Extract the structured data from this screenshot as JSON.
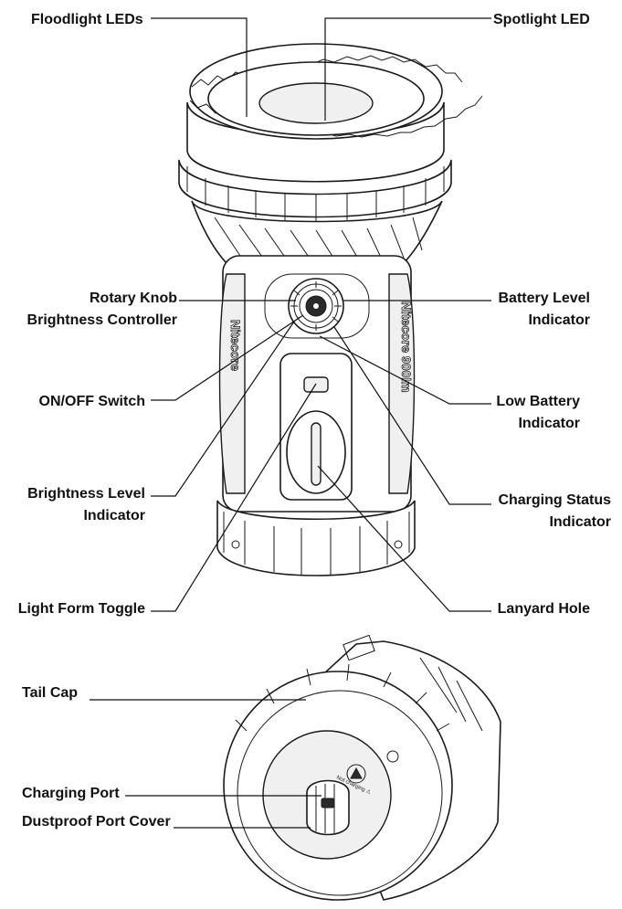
{
  "callouts": {
    "floodlight_leds": "Floodlight LEDs",
    "spotlight_led": "Spotlight LED",
    "rotary_knob_line1": "Rotary Knob",
    "rotary_knob_line2": "Brightness Controller",
    "battery_level_line1": "Battery Level",
    "battery_level_line2": "Indicator",
    "on_off_switch": "ON/OFF Switch",
    "low_battery_line1": "Low Battery",
    "low_battery_line2": "Indicator",
    "brightness_level_line1": "Brightness Level",
    "brightness_level_line2": "Indicator",
    "charging_status_line1": "Charging Status",
    "charging_status_line2": "Indicator",
    "light_form_toggle": "Light Form Toggle",
    "lanyard_hole": "Lanyard Hole",
    "tail_cap": "Tail Cap",
    "charging_port": "Charging Port",
    "dustproof_port_cover": "Dustproof Port Cover"
  },
  "product_markings": {
    "brand_left": "Nitecore",
    "brand_right": "Nitecore 900lm",
    "port_marking": "Not charging ⚠"
  }
}
